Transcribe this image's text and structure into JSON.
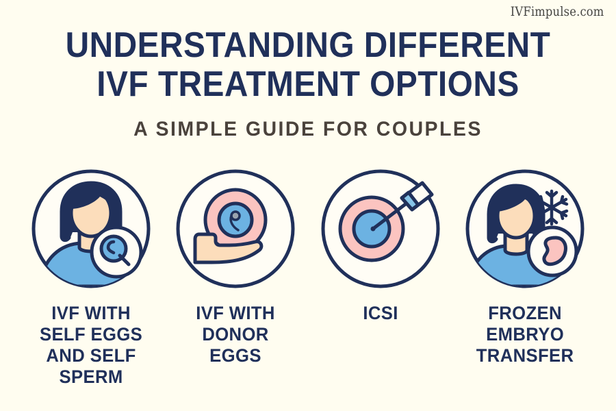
{
  "watermark": {
    "text": "IVFimpulse.com"
  },
  "header": {
    "title_line_1": "UNDERSTANDING DIFFERENT",
    "title_line_2": "IVF TREATMENT OPTIONS",
    "subtitle": "A SIMPLE GUIDE FOR COUPLES"
  },
  "colors": {
    "background": "#FFFDF0",
    "navy": "#20305A",
    "blue": "#6CB2E2",
    "pink": "#FBC4C0",
    "skin": "#FCDDBB",
    "white": "#FFFDF5",
    "subtitle_gray": "#4A423C",
    "nucleus_gray": "#9AA3AE"
  },
  "cards": [
    {
      "id": "ivf-self-eggs-self-sperm",
      "label": "IVF WITH\nSELF EGGS\nAND SELF\nSPERM",
      "icon_name": "woman-with-egg-magnifier-icon"
    },
    {
      "id": "ivf-donor-eggs",
      "label": "IVF WITH\nDONOR EGGS",
      "icon_name": "hand-holding-egg-icon"
    },
    {
      "id": "icsi",
      "label": "ICSI",
      "icon_name": "egg-with-injection-needle-icon"
    },
    {
      "id": "frozen-embryo-transfer",
      "label": "FROZEN\nEMBRYO\nTRANSFER",
      "icon_name": "woman-snowflake-embryo-icon"
    }
  ]
}
